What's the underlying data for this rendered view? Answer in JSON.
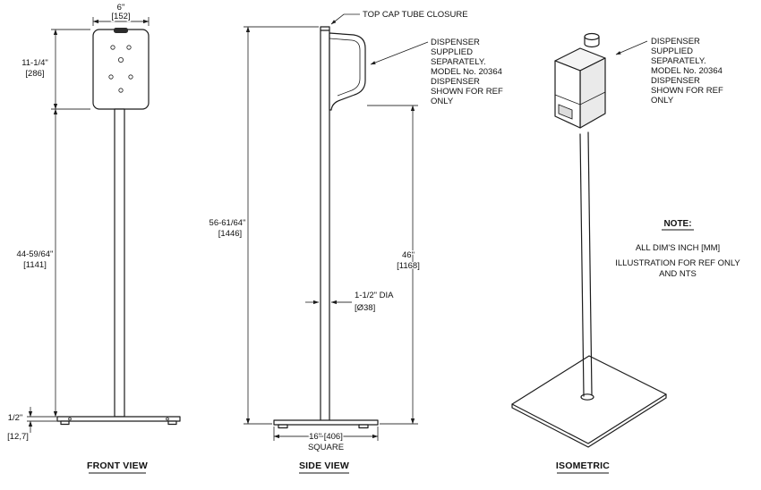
{
  "front": {
    "label": "FRONT VIEW",
    "width_in": "6\"",
    "width_mm": "[152]",
    "dispenser_h_in": "11-1/4\"",
    "dispenser_h_mm": "[286]",
    "pole_h_in": "44-59/64\"",
    "pole_h_mm": "[1141]",
    "base_t_in": "1/2\"",
    "base_t_mm": "[12,7]"
  },
  "side": {
    "label": "SIDE VIEW",
    "top_cap_note": "TOP CAP TUBE CLOSURE",
    "total_h_in": "56-61/64\"",
    "total_h_mm": "[1446]",
    "mount_h_in": "46\"",
    "mount_h_mm": "[1168]",
    "tube_dia_in": "1-1/2\" DIA",
    "tube_dia_mm": "[Ø38]",
    "base_w": "16\" [406]",
    "base_shape": "SQUARE"
  },
  "iso": {
    "label": "ISOMETRIC"
  },
  "dispenser_note": {
    "lines": [
      "DISPENSER",
      "SUPPLIED",
      "SEPARATELY.",
      "MODEL No. 20364",
      "DISPENSER",
      "SHOWN FOR REF",
      "ONLY"
    ]
  },
  "note": {
    "title": "NOTE:",
    "line1": "ALL DIM'S INCH [MM]",
    "line2": "ILLUSTRATION FOR REF ONLY",
    "line3": "AND NTS"
  }
}
